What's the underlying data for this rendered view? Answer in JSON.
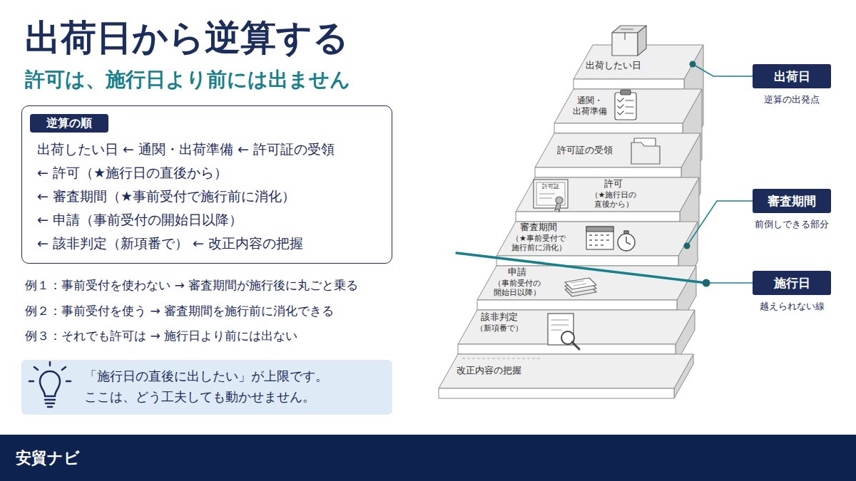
{
  "diagram": {
    "title": "出荷日から逆算する",
    "nodes": [
      {
        "text": [
          "出荷したい日 ← 通関・出荷準備 ← 許可証の受領",
          "← 許可（★施行日の直後から）",
          "← 審査期間（★事前受付で施行前に消化）",
          "← 申請（事前受付の開始日以降）",
          "← 該非判定（新項番で） ← 改正内容の把握"
        ]
      },
      {
        "text": [
          "逆算の順"
        ],
        "in": 0
      },
      {
        "text": [
          "「施行日の直後に出したい」が上限です。 ここは、どう工夫しても動かせません。"
        ]
      },
      {
        "text": [
          "出荷日",
          "逆算の出発点"
        ]
      },
      {
        "text": [
          "審査期間",
          "前倒しできる部分"
        ]
      },
      {
        "text": [
          "施行日",
          "越えられない線"
        ]
      },
      {
        "text": [
          "安貿ナビ"
        ]
      }
    ],
    "labels": [
      "許可は、施行日より前には出ません",
      "例１：事前受付を使わない → 審査期間が施行後に丸ごと乗る",
      "例２：事前受付を使う → 審査期間を施行前に消化できる",
      "例３：それでも許可は → 施行日より前には出ない",
      "出荷したい日",
      "通関・ 出荷準備",
      "許可証の受領",
      "許可証",
      "許可",
      "（★施行日の 直後から）",
      "審査期間",
      "（★事前受付で 施行前に消化）",
      "申請",
      "（事前受付の 開始日以降）",
      "該非判定",
      "（新項番で）",
      "改正内容の把握"
    ]
  }
}
